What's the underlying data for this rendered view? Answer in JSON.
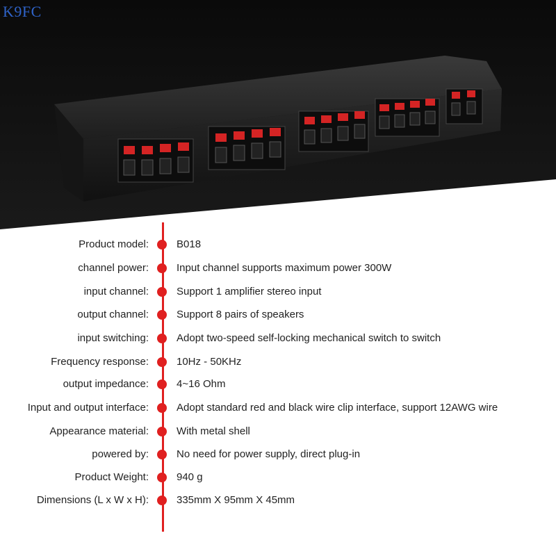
{
  "watermark": "K9FC",
  "specs": [
    {
      "label": "Product model:",
      "value": "B018"
    },
    {
      "label": "channel power:",
      "value": "Input channel supports maximum power 300W"
    },
    {
      "label": "input channel:",
      "value": "Support 1 amplifier stereo input"
    },
    {
      "label": "output channel:",
      "value": "Support 8 pairs of speakers"
    },
    {
      "label": "input switching:",
      "value": "Adopt two-speed self-locking mechanical switch to switch"
    },
    {
      "label": "Frequency response:",
      "value": "10Hz - 50KHz"
    },
    {
      "label": "output impedance:",
      "value": "4~16 Ohm"
    },
    {
      "label": "Input and output interface:",
      "value": "Adopt standard red and black wire clip interface, support 12AWG wire"
    },
    {
      "label": "Appearance material:",
      "value": "With metal shell"
    },
    {
      "label": "powered by:",
      "value": "No need for power supply, direct plug-in"
    },
    {
      "label": "Product Weight:",
      "value": "940 g"
    },
    {
      "label": "Dimensions (L x W x H):",
      "value": "335mm X 95mm X 45mm"
    }
  ],
  "colors": {
    "accent": "#e02020",
    "text": "#222222",
    "watermark": "#2f63c8"
  }
}
